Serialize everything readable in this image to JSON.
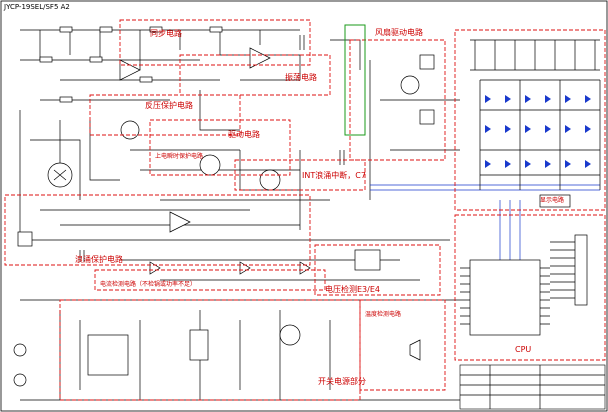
{
  "header": {
    "title": "JYCP-19SEL/SF5   A2"
  },
  "sections": {
    "sync": "同步电路",
    "fan_drive": "风扇驱动电路",
    "oscillation": "振荡电路",
    "reverse_protect": "反压保护电路",
    "drive": "驱动电路",
    "upper_bridge": "上电瞬时保护电路",
    "int_interrupt": "INT浪涌中断，C7",
    "surge_protect": "浪涌保护电路",
    "current_detect": "电流检测电路（不检锅或功率不足）",
    "voltage_detect": "电压检测E3/E4",
    "switch_power": "开关电源部分",
    "cpu": "CPU",
    "display": "显示电路",
    "temp_detect": "温度检测电路"
  },
  "colors": {
    "wire": "#000000",
    "label": "#cc0000",
    "block_outline": "#dd1111",
    "led": "#1a3acc",
    "highlight": "#1a9a1a"
  }
}
